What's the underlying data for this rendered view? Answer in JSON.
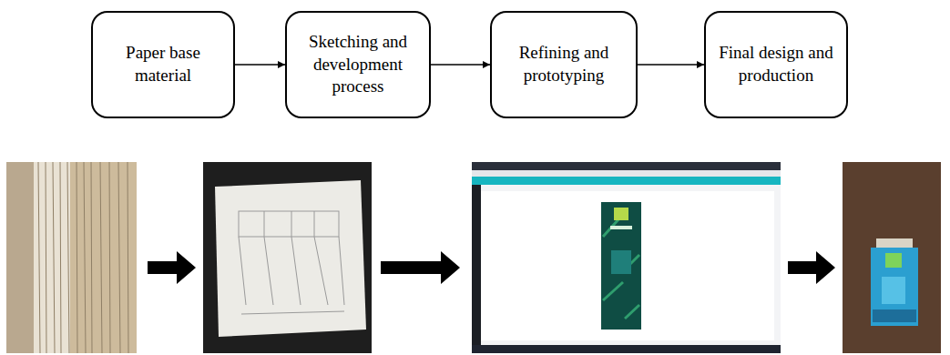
{
  "diagram": {
    "nodes": [
      {
        "text": [
          "Paper base material"
        ]
      },
      {
        "text": [
          "Sketching and development process"
        ]
      },
      {
        "text": [
          "Refining and prototyping"
        ]
      },
      {
        "text": [
          "Final design and production"
        ]
      }
    ],
    "edges": [
      {
        "from": 0,
        "to": 1,
        "arrow": "to"
      },
      {
        "from": 1,
        "to": 2,
        "arrow": "to"
      },
      {
        "from": 2,
        "to": 3,
        "arrow": "to"
      }
    ]
  }
}
